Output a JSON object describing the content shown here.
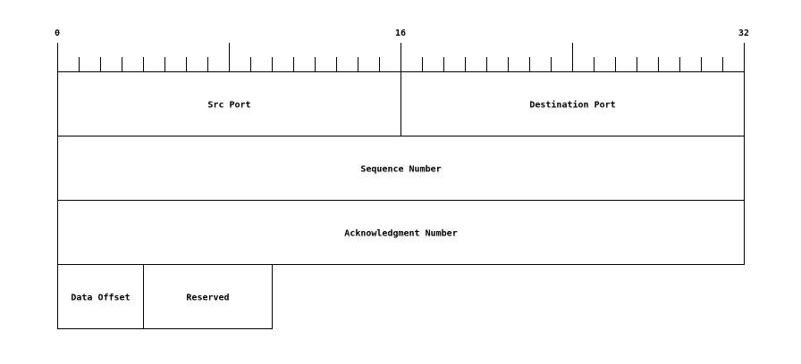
{
  "ruler": {
    "total_bits": 32,
    "labels": [
      "0",
      "16",
      "32"
    ]
  },
  "rows": [
    [
      {
        "label": "Src Port",
        "bits": 16
      },
      {
        "label": "Destination Port",
        "bits": 16
      }
    ],
    [
      {
        "label": "Sequence Number",
        "bits": 32
      }
    ],
    [
      {
        "label": "Acknowledgment Number",
        "bits": 32
      }
    ],
    [
      {
        "label": "Data Offset",
        "bits": 4
      },
      {
        "label": "Reserved",
        "bits": 6
      }
    ]
  ]
}
